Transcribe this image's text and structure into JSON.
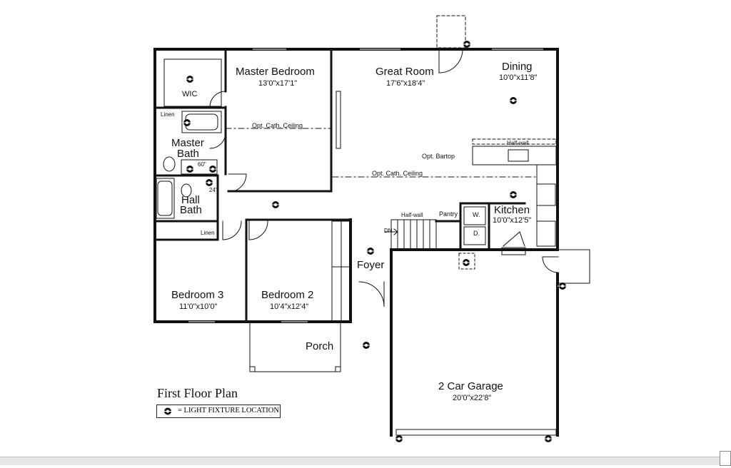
{
  "plan": {
    "title": "First Floor Plan",
    "legend": "= LIGHT FIXTURE LOCATION"
  },
  "rooms": {
    "master_bedroom": {
      "name": "Master Bedroom",
      "dims": "13'0\"x17'1\""
    },
    "great_room": {
      "name": "Great Room",
      "dims": "17'6\"x18'4\""
    },
    "dining": {
      "name": "Dining",
      "dims": "10'0\"x11'8\""
    },
    "wic": {
      "name": "WIC"
    },
    "linen_top": {
      "name": "Linen"
    },
    "linen_bottom": {
      "name": "Linen"
    },
    "master_bath": {
      "name": "Master Bath",
      "line1": "Master",
      "line2": "Bath"
    },
    "hall_bath": {
      "name": "Hall Bath",
      "line1": "Hall",
      "line2": "Bath"
    },
    "kitchen": {
      "name": "Kitchen",
      "dims": "10'0\"x12'5\""
    },
    "pantry": {
      "name": "Pantry"
    },
    "washer": {
      "name": "W."
    },
    "dryer": {
      "name": "D."
    },
    "foyer": {
      "name": "Foyer"
    },
    "bedroom3": {
      "name": "Bedroom 3",
      "dims": "11'0\"x10'0\""
    },
    "bedroom2": {
      "name": "Bedroom 2",
      "dims": "10'4\"x12'4\""
    },
    "porch": {
      "name": "Porch"
    },
    "garage": {
      "name": "2 Car Garage",
      "dims": "20'0\"x22'8\""
    }
  },
  "notes": {
    "cath_ceiling_master": "Opt. Cath. Ceiling",
    "cath_ceiling_great": "Opt. Cath. Ceiling",
    "half_wall_top": "Half-wall",
    "half_wall_stairs": "Half-wall",
    "opt_bartop": "Opt. Bartop",
    "vanity_60": "60\"",
    "vanity_24": "24\"",
    "stairs_down": "DN"
  }
}
